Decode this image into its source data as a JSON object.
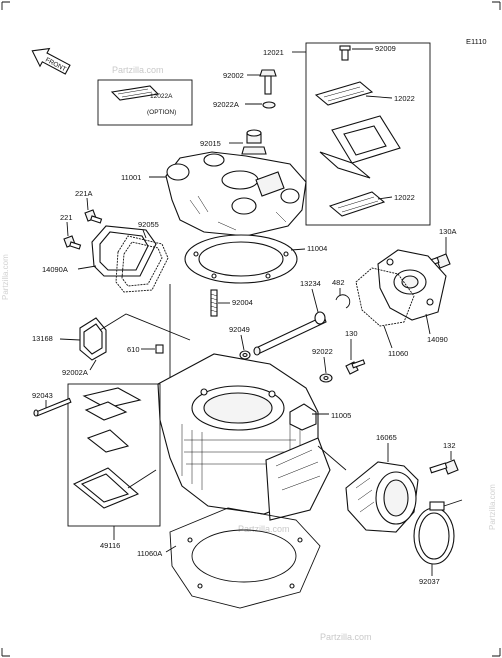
{
  "diagram": {
    "code": "E1110",
    "front_label": "FRONT",
    "option_label": "(OPTION)",
    "watermark": "Partzilla.com",
    "parts": {
      "p12021": "12021",
      "p92009": "92009",
      "p12022a": "12022",
      "p12022b": "12022",
      "p12022A": "12022A",
      "p92002": "92002",
      "p92022A": "92022A",
      "p92015": "92015",
      "p11001": "11001",
      "p11004": "11004",
      "p221A": "221A",
      "p221": "221",
      "p92055": "92055",
      "p14090A": "14090A",
      "p130A": "130A",
      "p92004": "92004",
      "p13234": "13234",
      "p482": "482",
      "p14090": "14090",
      "p13168": "13168",
      "p92049": "92049",
      "p130": "130",
      "p610": "610",
      "p92022": "92022",
      "p11060": "11060",
      "p92002A": "92002A",
      "p92043": "92043",
      "p11005": "11005",
      "p16065": "16065",
      "p132": "132",
      "p49116": "49116",
      "p11060A": "11060A",
      "p92037": "92037"
    }
  }
}
